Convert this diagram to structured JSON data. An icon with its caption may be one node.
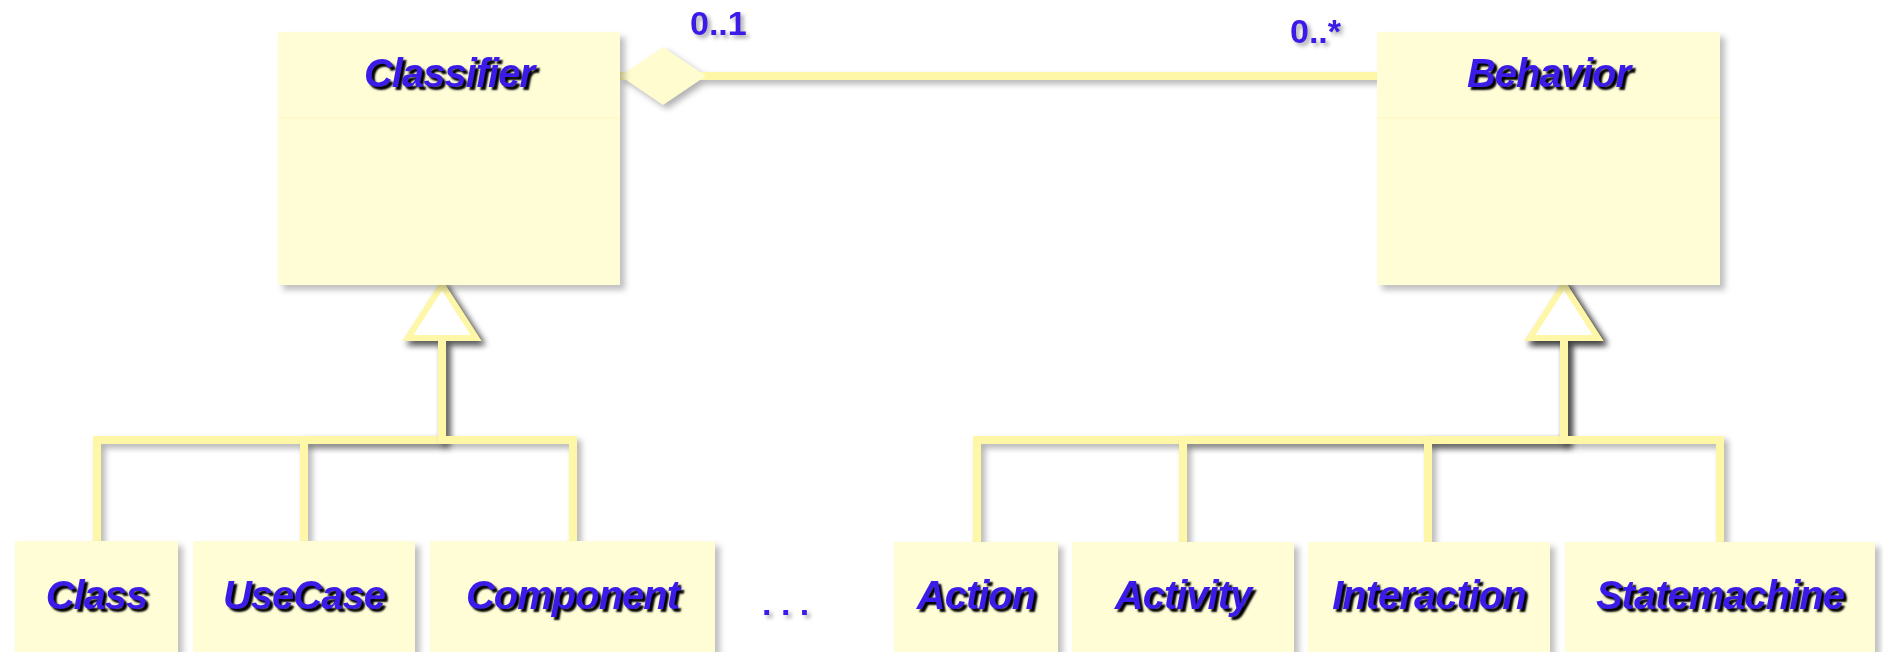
{
  "diagram": {
    "nodes": [
      {
        "text": [
          "Classifier"
        ]
      },
      {
        "text": [
          "Behavior"
        ]
      },
      {
        "text": [
          "Class"
        ]
      },
      {
        "text": [
          "UseCase"
        ]
      },
      {
        "text": [
          "Component"
        ]
      },
      {
        "text": [
          "Action"
        ]
      },
      {
        "text": [
          "Activity"
        ]
      },
      {
        "text": [
          "Interaction"
        ]
      },
      {
        "text": [
          "Statemachine"
        ]
      }
    ],
    "edges": [
      {
        "from": 2,
        "to": 0,
        "arrow": "to"
      },
      {
        "from": 3,
        "to": 0,
        "arrow": "to"
      },
      {
        "from": 4,
        "to": 0,
        "arrow": "to"
      },
      {
        "from": 5,
        "to": 1,
        "arrow": "to"
      },
      {
        "from": 6,
        "to": 1,
        "arrow": "to"
      },
      {
        "from": 7,
        "to": 1,
        "arrow": "to"
      },
      {
        "from": 8,
        "to": 1,
        "arrow": "to"
      },
      {
        "from": 0,
        "to": 1,
        "arrow": "other"
      }
    ],
    "labels": [
      "0..1",
      "0..*",
      ". . ."
    ]
  }
}
